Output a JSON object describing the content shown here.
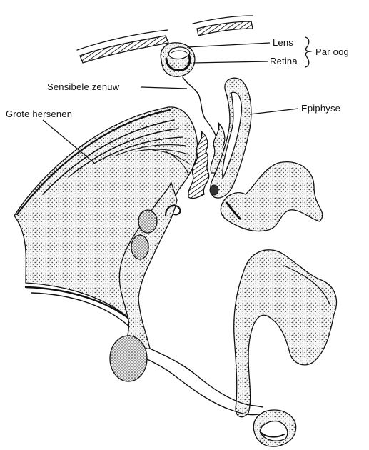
{
  "figure": {
    "labels": {
      "lens": "Lens",
      "retina": "Retina",
      "par_oog": "Par oog",
      "sensory_nerve": "Sensibele zenuw",
      "epiphyse": "Epiphyse",
      "cerebrum": "Grote hersenen"
    },
    "colors": {
      "ink": "#111111",
      "paper": "#ffffff"
    }
  }
}
